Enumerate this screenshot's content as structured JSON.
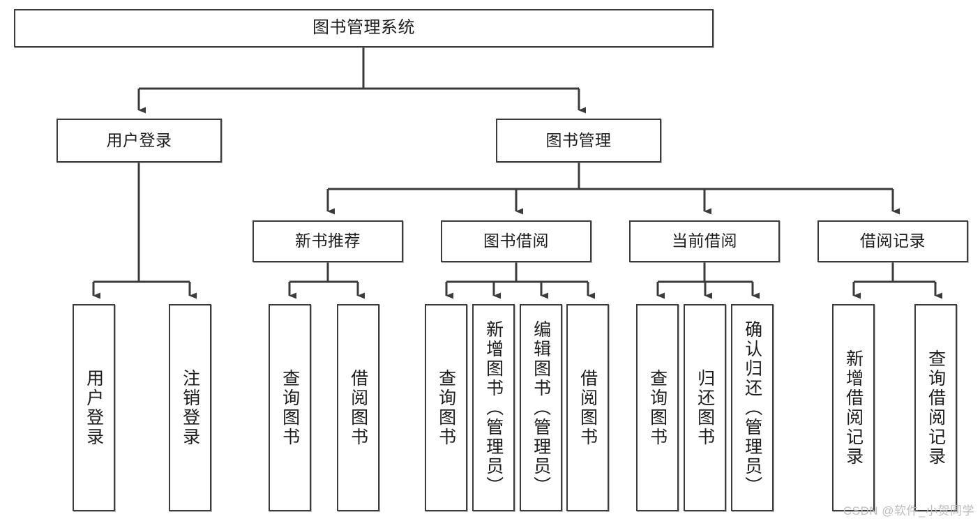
{
  "diagram": {
    "title": "图书管理系统",
    "type": "tree",
    "watermark": "CSDN @软件_小贺同学",
    "colors": {
      "stroke": "#3b3b3b",
      "fill": "#ffffff",
      "text": "#1c1c1c",
      "watermark": "#bdbdbd"
    },
    "root": {
      "id": "root",
      "label": "图书管理系统"
    },
    "level2": [
      {
        "id": "user-login",
        "label": "用户登录"
      },
      {
        "id": "book-manage",
        "label": "图书管理"
      }
    ],
    "level3": [
      {
        "id": "new-book-rec",
        "label": "新书推荐"
      },
      {
        "id": "book-borrow",
        "label": "图书借阅"
      },
      {
        "id": "current-borrow",
        "label": "当前借阅"
      },
      {
        "id": "borrow-record",
        "label": "借阅记录"
      }
    ],
    "leaves": {
      "user-login": [
        {
          "id": "leaf-user-login",
          "label": "用户登录"
        },
        {
          "id": "leaf-logout",
          "label": "注销登录"
        }
      ],
      "new-book-rec": [
        {
          "id": "leaf-query-book-1",
          "label": "查询图书"
        },
        {
          "id": "leaf-borrow-book-1",
          "label": "借阅图书"
        }
      ],
      "book-borrow": [
        {
          "id": "leaf-query-book-2",
          "label": "查询图书"
        },
        {
          "id": "leaf-add-book",
          "label": "新增图书（管理员）"
        },
        {
          "id": "leaf-edit-book",
          "label": "编辑图书（管理员）"
        },
        {
          "id": "leaf-borrow-book-2",
          "label": "借阅图书"
        }
      ],
      "current-borrow": [
        {
          "id": "leaf-query-book-3",
          "label": "查询图书"
        },
        {
          "id": "leaf-return-book",
          "label": "归还图书"
        },
        {
          "id": "leaf-confirm-return",
          "label": "确认归还（管理员）"
        }
      ],
      "borrow-record": [
        {
          "id": "leaf-add-record",
          "label": "新增借阅记录"
        },
        {
          "id": "leaf-query-record",
          "label": "查询借阅记录"
        }
      ]
    }
  }
}
